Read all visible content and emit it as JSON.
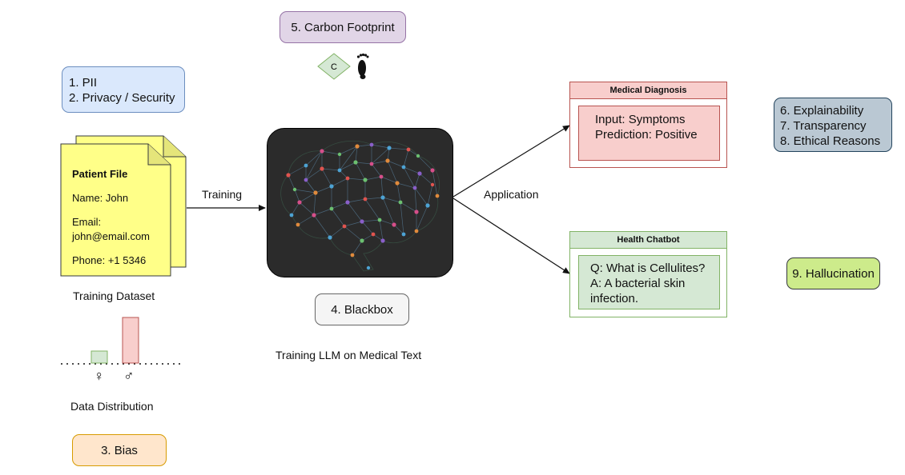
{
  "risks": {
    "pii": "1. PII",
    "privacy": "2. Privacy / Security",
    "bias": "3. Bias",
    "blackbox": "4. Blackbox",
    "carbon": "5. Carbon Footprint",
    "explainability": "6. Explainability",
    "transparency": "7. Transparency",
    "ethical": "8. Ethical Reasons",
    "hallucination": "9. Hallucination"
  },
  "patient_file": {
    "title": "Patient File",
    "name": "Name: John",
    "email_label": "Email:",
    "email_value": "john@email.com",
    "phone": "Phone: +1 5346"
  },
  "labels": {
    "training_dataset": "Training Dataset",
    "training_arrow": "Training",
    "application_arrow": "Application",
    "training_llm": "Training LLM on Medical Text",
    "data_distribution": "Data Distribution",
    "carbon_badge": "C",
    "female_symbol": "♀",
    "male_symbol": "♂"
  },
  "distribution": {
    "female_level": 0.26,
    "male_level": 1.0,
    "female_color": "#d5e8d4",
    "male_color": "#f8cecc"
  },
  "diagnosis": {
    "title": "Medical Diagnosis",
    "input": "Input: Symptoms",
    "prediction": "Prediction: Positive"
  },
  "chatbot": {
    "title": "Health Chatbot",
    "question": "Q: What is Cellulites?",
    "answer_line1": "A: A bacterial skin",
    "answer_line2": "infection."
  },
  "colors": {
    "blue": "#dae8fc",
    "orange": "#ffe6cc",
    "purple": "#e1d5e7",
    "slate": "#bac8d3",
    "lime": "#cdeb8b",
    "red_fill": "#f8cecc",
    "green_fill": "#d5e8d4",
    "note_yellow": "#ffff88"
  }
}
